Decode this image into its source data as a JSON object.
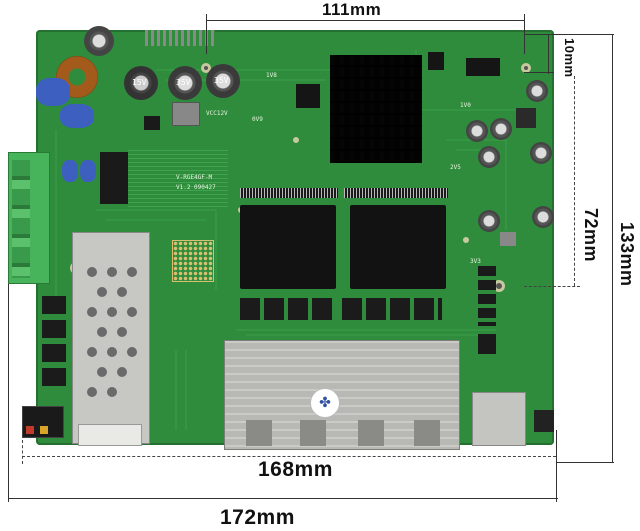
{
  "dimensions": {
    "top_width": "111mm",
    "right_offset": "10mm",
    "right_inner": "72mm",
    "right_total": "133mm",
    "bottom_inner": "168mm",
    "bottom_total": "172mm"
  },
  "silkscreen": {
    "model": "V-RGE4GF-M",
    "version": "V1.2 090427",
    "vcc": "VCC12V",
    "v18": "1V8",
    "v10": "1V0",
    "v25": "2V5",
    "v33": "3V3",
    "v05": "0V9",
    "cap_left": "15V",
    "cap_mid": "35V",
    "cap_right": "35V"
  },
  "colors": {
    "pcb": "#2f8c3c",
    "pcb_dark": "#247030",
    "terminal": "#47b35a",
    "heatsink": "#1c1c1c",
    "chip": "#121212",
    "port_metal": "#b4b4b0"
  }
}
